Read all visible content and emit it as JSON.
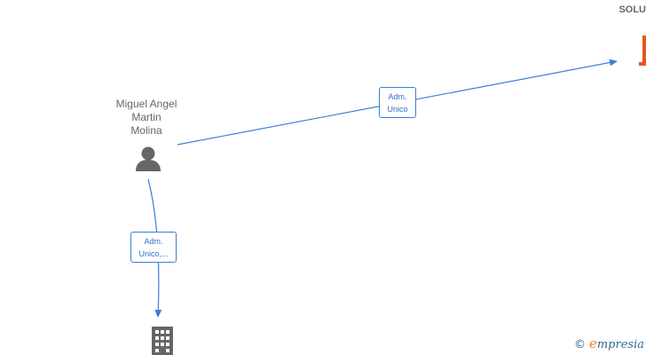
{
  "nodes": {
    "person": {
      "name_lines": [
        "Miguel Angel",
        "Martin",
        "Molina"
      ],
      "icon": "person-icon"
    },
    "company_right": {
      "name_partial": "SOLU",
      "icon": "company-icon",
      "color": "#e8561c"
    },
    "company_bottom": {
      "icon": "building-icon"
    }
  },
  "relations": [
    {
      "id": "rel-1",
      "label_lines": [
        "Adm.",
        "Unico"
      ]
    },
    {
      "id": "rel-2",
      "label_lines": [
        "Adm.",
        "Unico,..."
      ]
    }
  ],
  "brand": {
    "copyright": "©",
    "e": "e",
    "rest": "mpresia"
  },
  "colors": {
    "edge": "#3a7fd5",
    "icon": "#666666",
    "accent": "#e8561c"
  }
}
